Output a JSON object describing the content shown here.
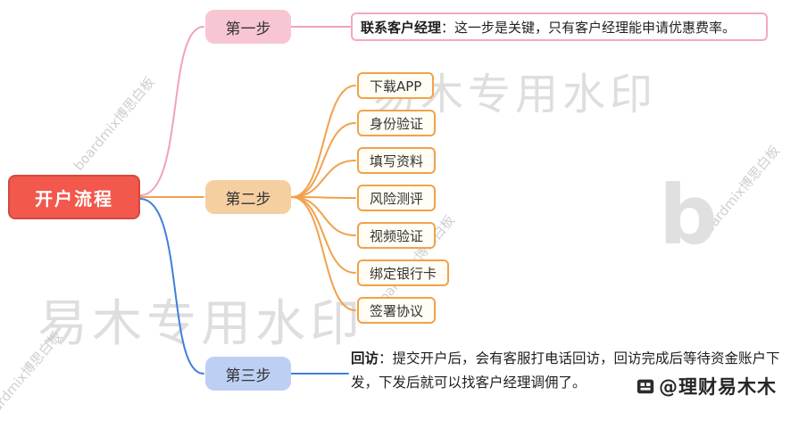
{
  "root": {
    "label": "开户流程"
  },
  "step1": {
    "label": "第一步",
    "detail_bold": "联系客户经理",
    "detail_rest": "：这一步是关键，只有客户经理能申请优惠费率。"
  },
  "step2": {
    "label": "第二步",
    "children": [
      "下载APP",
      "身份验证",
      "填写资料",
      "风险测评",
      "视频验证",
      "绑定银行卡",
      "签署协议"
    ]
  },
  "step3": {
    "label": "第三步",
    "detail_bold": "回访",
    "detail_rest": "：提交开户后，会有客服打电话回访，回访完成后等待资金账户下发，下发后就可以找客户经理调佣了。"
  },
  "watermarks": {
    "large_text": "易木专用水印",
    "diagonal_text": "boardmix博思白板",
    "logo_letter": "b"
  },
  "attribution": {
    "handle": "@理财易木木"
  },
  "colors": {
    "root_bg": "#f2584c",
    "root_border": "#d04a40",
    "step1_bg": "#f8c6d2",
    "step2_bg": "#f6cfa0",
    "step3_bg": "#bdd0f4",
    "branch1_line": "#f0a3b8",
    "branch2_line": "#f0a24d",
    "branch3_line": "#3e80da",
    "leaf_bg": "#fffdf4",
    "leaf_border": "#f0a24d",
    "detail1_border": "#f5a9bd"
  }
}
